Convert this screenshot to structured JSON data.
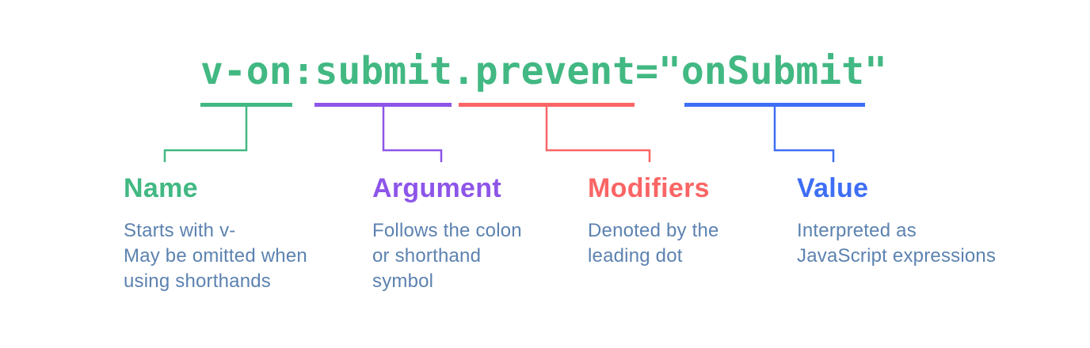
{
  "background": "#ffffff",
  "code": {
    "text": "v-on:submit.prevent=\"onSubmit\"",
    "color": "#42b883"
  },
  "colors": {
    "name": "#42b883",
    "argument": "#8d55e9",
    "modifiers": "#fb6565",
    "value": "#3e6ef5",
    "description_text": "#5c82b0"
  },
  "groups": [
    {
      "key": "name",
      "label": "Name",
      "underlined_text": "v-on",
      "description": "Starts with v-\nMay be omitted when\nusing shorthands"
    },
    {
      "key": "argument",
      "label": "Argument",
      "underlined_text": "submit",
      "description": "Follows the colon\nor shorthand\nsymbol"
    },
    {
      "key": "modifiers",
      "label": "Modifiers",
      "underlined_text": ".prevent",
      "description": "Denoted by the\nleading dot"
    },
    {
      "key": "value",
      "label": "Value",
      "underlined_text": "onSubmit",
      "description": "Interpreted as\nJavaScript expressions"
    }
  ]
}
